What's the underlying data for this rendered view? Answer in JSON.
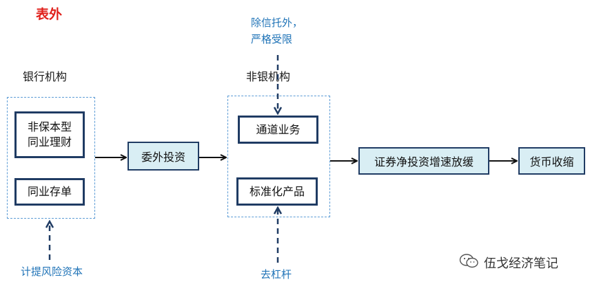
{
  "title": "表外",
  "bank_group": {
    "label": "银行机构",
    "box1_line1": "非保本型",
    "box1_line2": "同业理财",
    "box2": "同业存单",
    "bottom_note": "计提风险资本"
  },
  "entrust_box": "委外投资",
  "nonbank_group": {
    "label": "非银机构",
    "top_note_line1": "除信托外，",
    "top_note_line2": "严格受限",
    "box1": "通道业务",
    "box2": "标准化产品",
    "bottom_note": "去杠杆"
  },
  "securities_box": "证券净投资增速放缓",
  "money_box": "货币收缩",
  "watermark": "伍戈经济笔记",
  "colors": {
    "title_red": "#e0201b",
    "note_blue": "#1f73b7",
    "box_border_navy": "#1f3b63",
    "box_fill_cyan": "#d9eef4",
    "dashed_border": "#5b9bd5"
  }
}
